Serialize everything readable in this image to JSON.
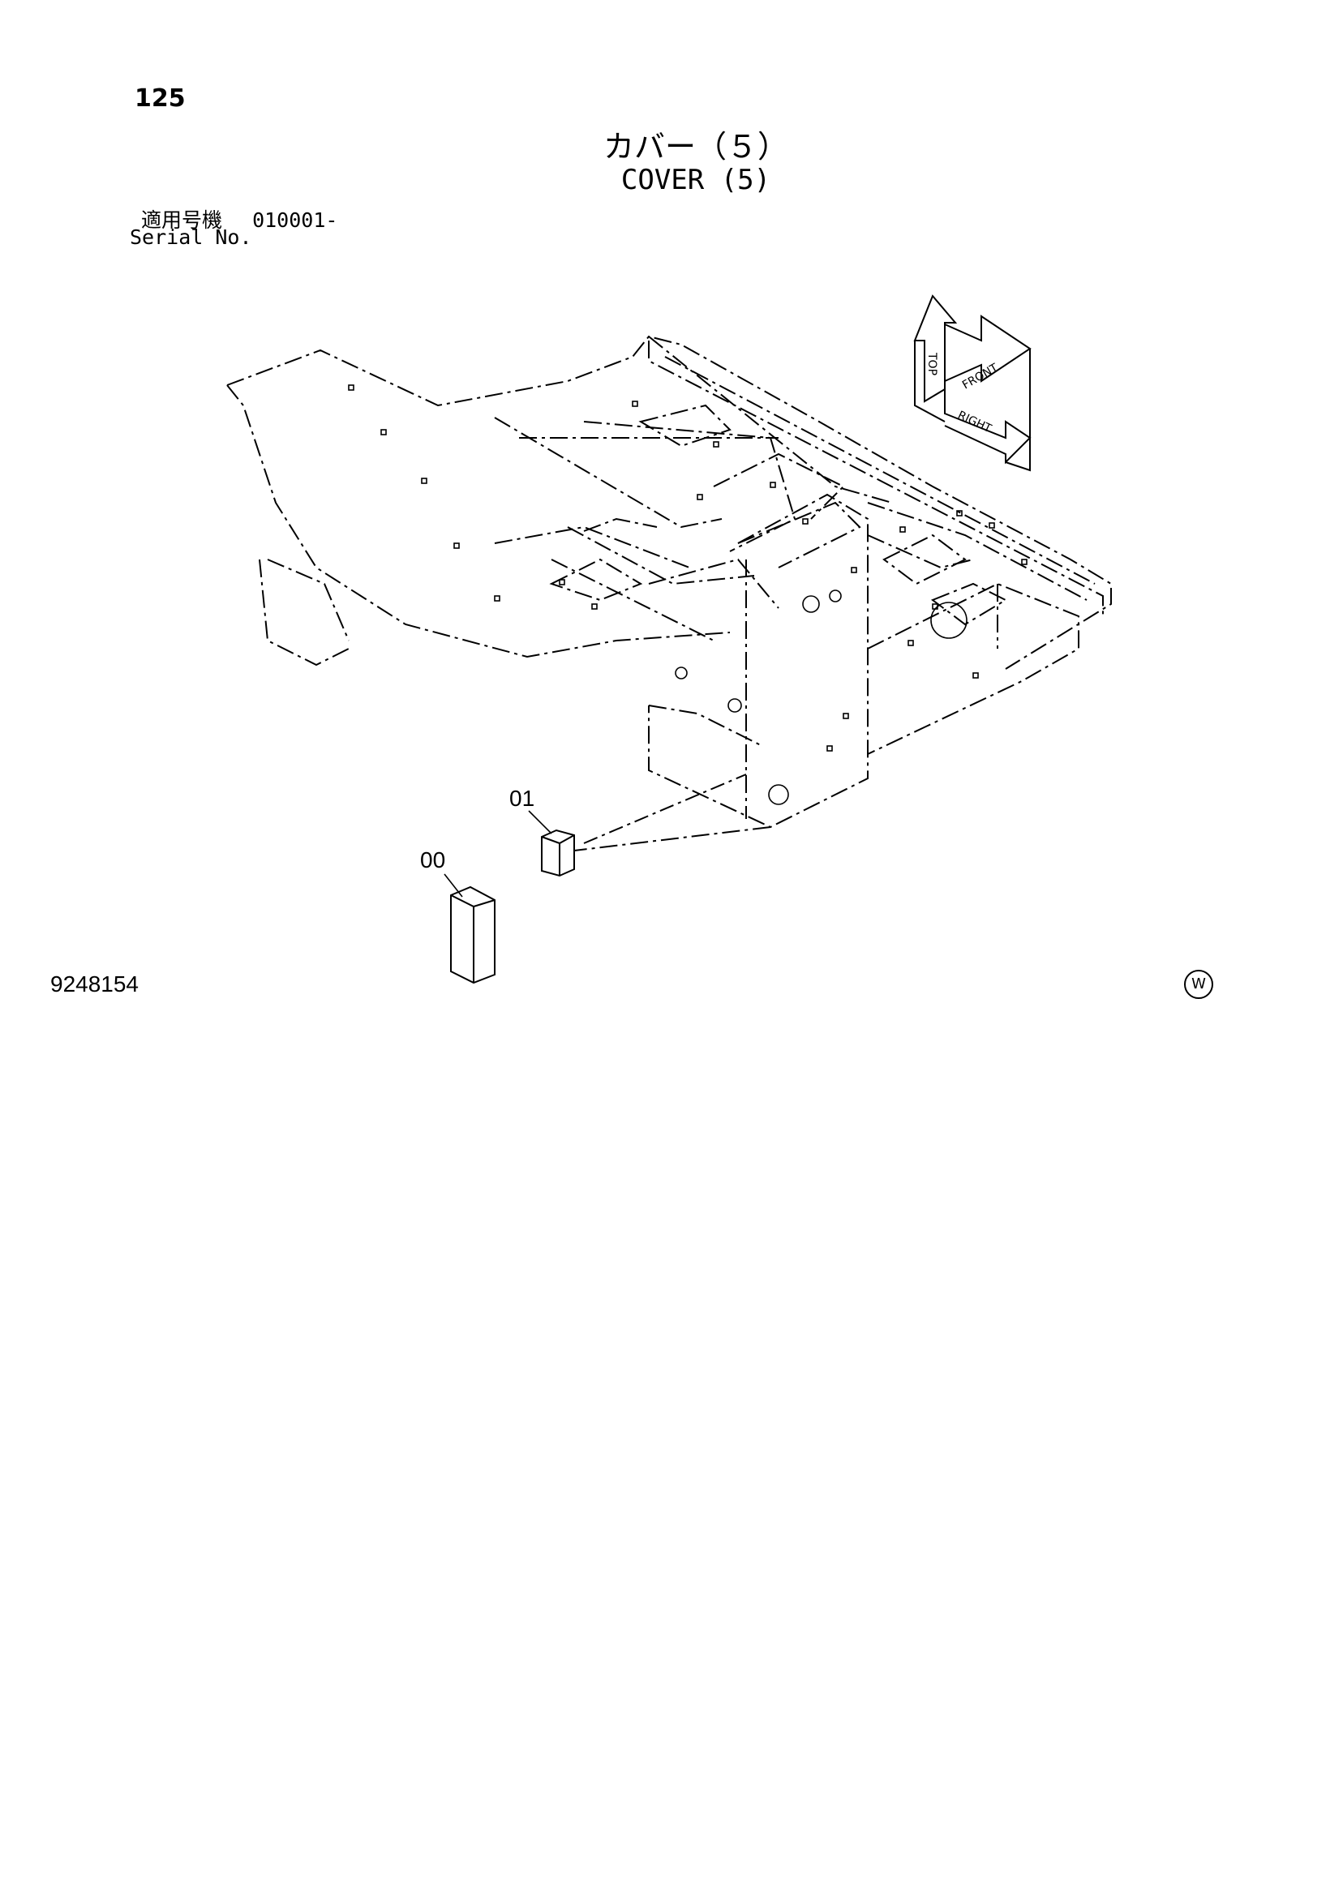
{
  "header": {
    "page_number": "125",
    "title_jp": "カバー（５）",
    "title_en": "COVER (5)",
    "serial_label_jp": "適用号機",
    "serial_value": "010001-",
    "serial_label_en": "Serial No."
  },
  "callouts": {
    "part_00": "00",
    "part_01": "01"
  },
  "orientation_labels": {
    "top": "TOP",
    "front": "FRONT",
    "right": "RIGHT"
  },
  "footer": {
    "drawing_number": "9248154",
    "mark": "W"
  }
}
